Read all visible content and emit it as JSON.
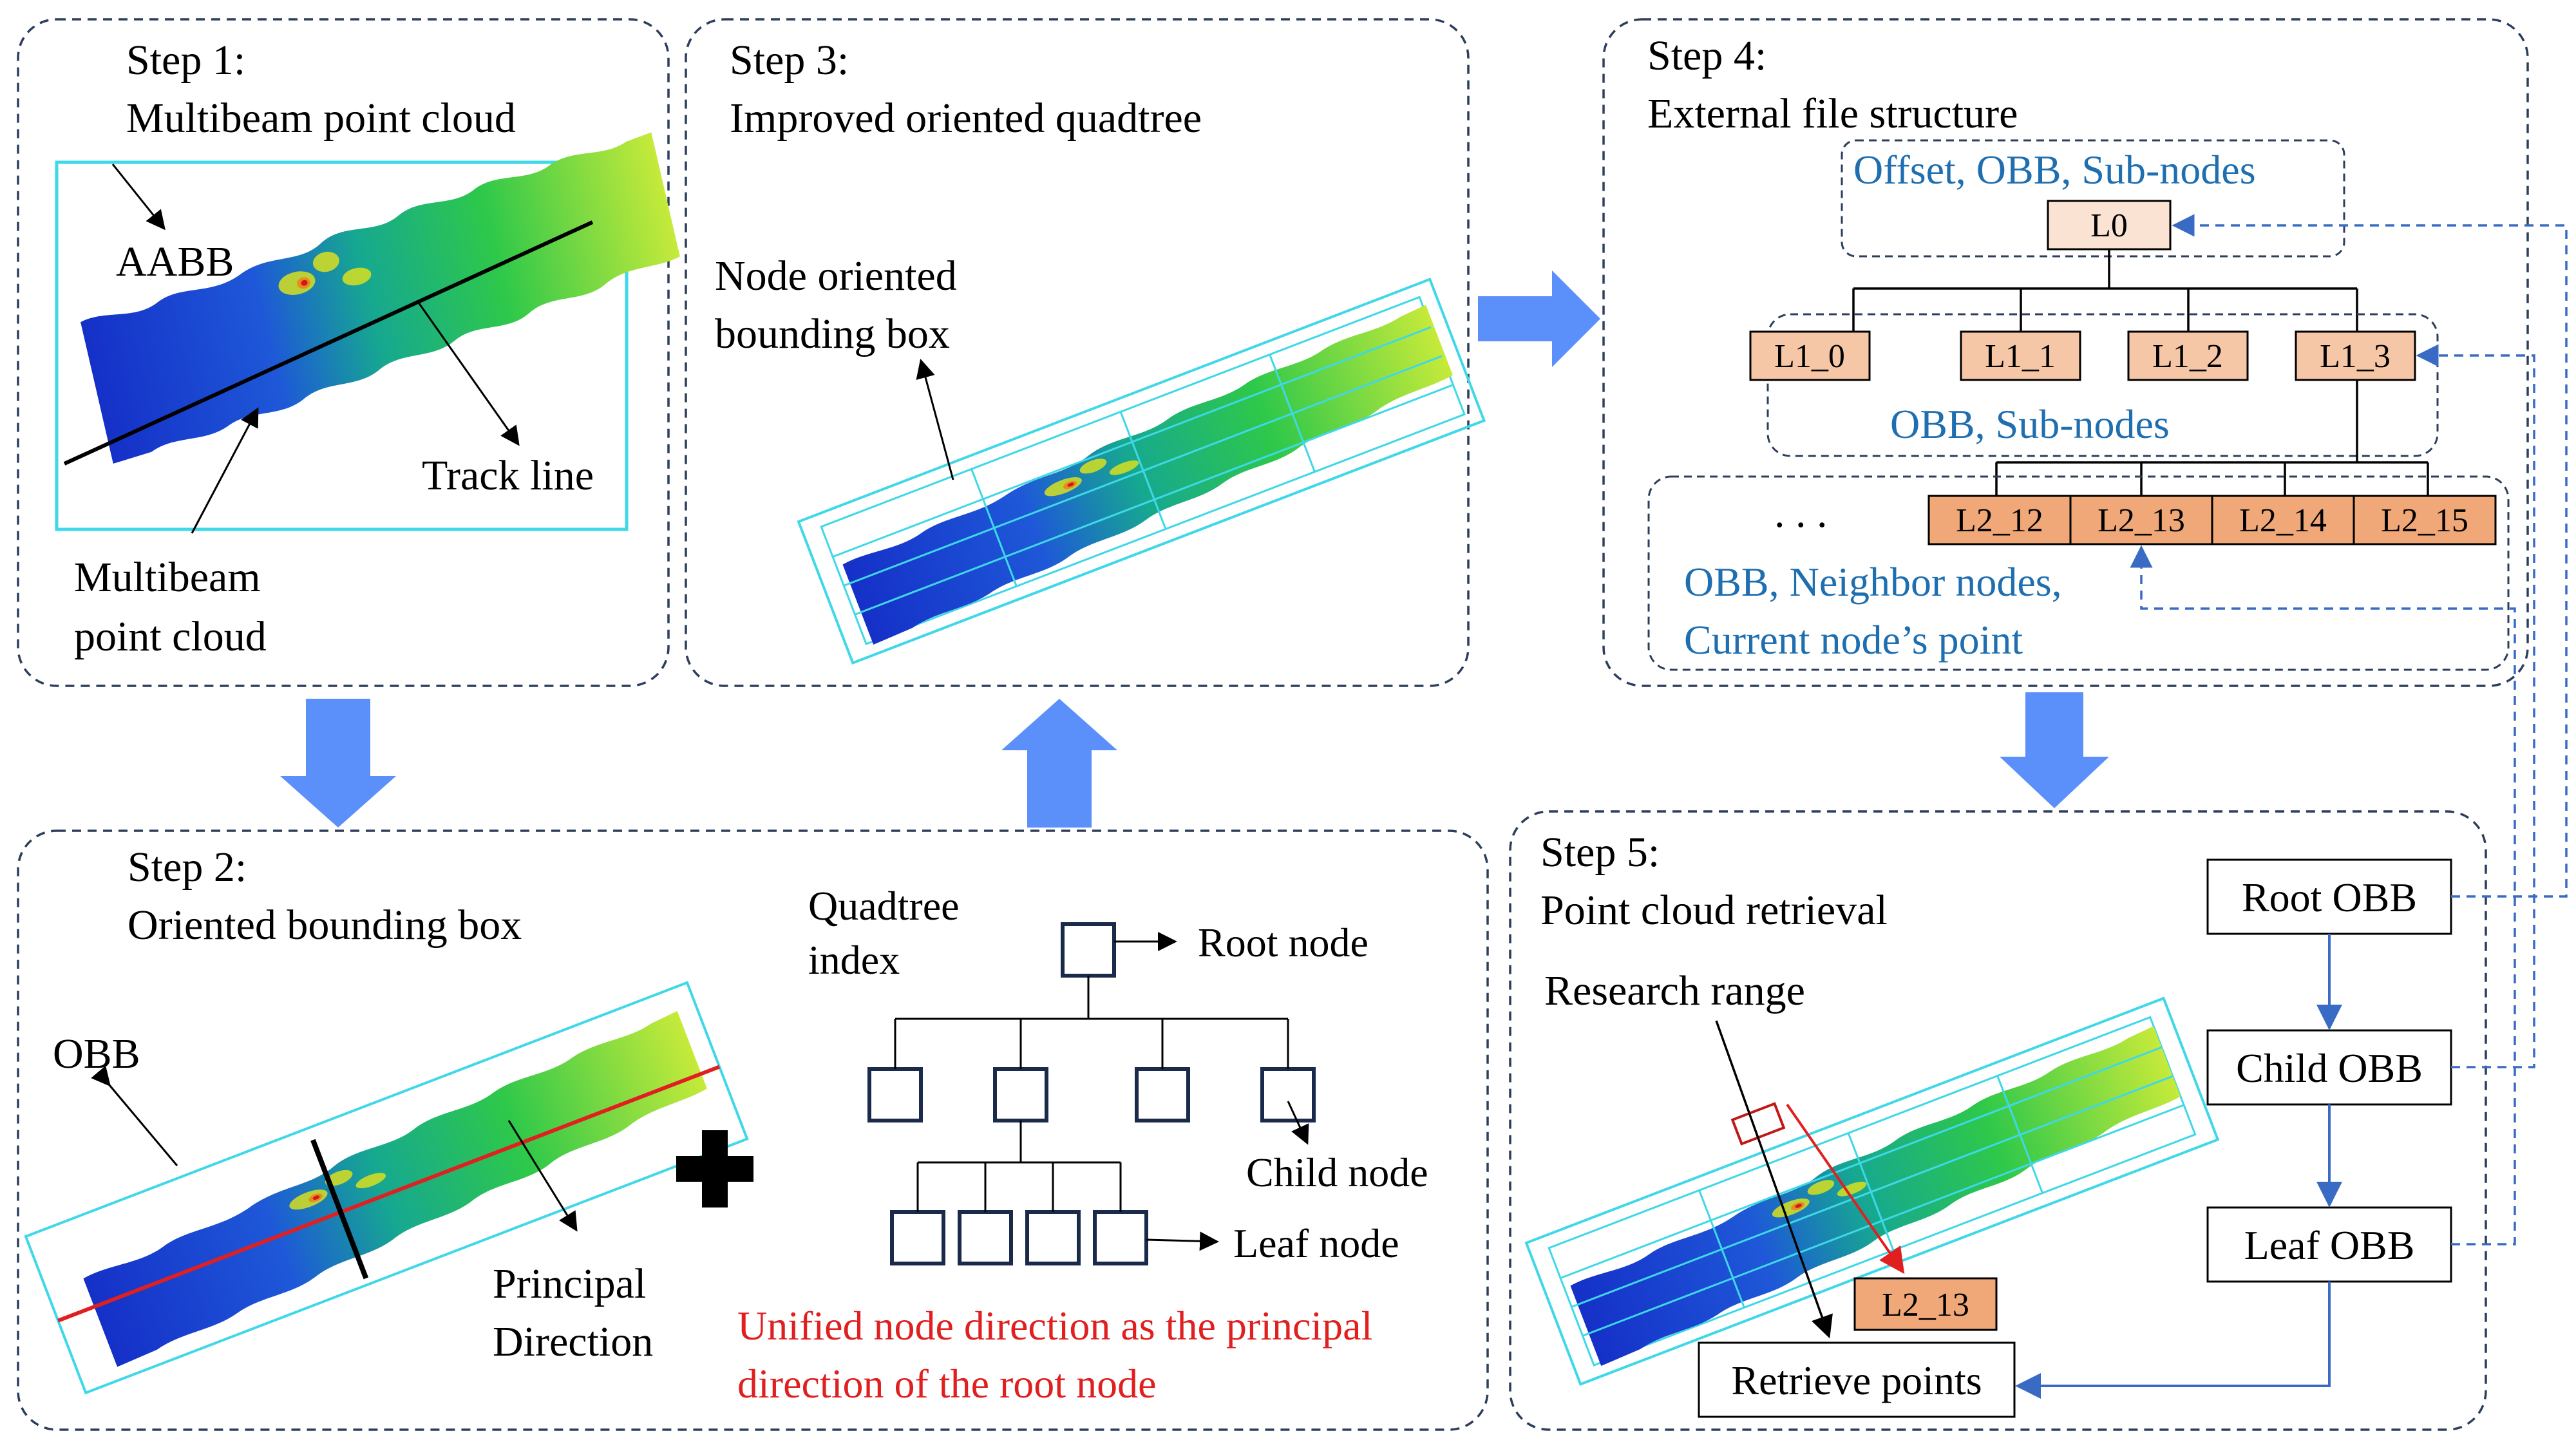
{
  "panels": {
    "step1": {
      "title_line1": "Step 1:",
      "title_line2": "Multibeam point cloud",
      "label_aabb": "AABB",
      "label_track": "Track line",
      "label_cloud_line1": "Multibeam",
      "label_cloud_line2": "point cloud"
    },
    "step2": {
      "title_line1": "Step 2:",
      "title_line2": "Oriented bounding box",
      "label_obb": "OBB",
      "label_dir_line1": "Principal",
      "label_dir_line2": "Direction",
      "quadtree_line1": "Quadtree",
      "quadtree_line2": "index",
      "root_node": "Root node",
      "child_node": "Child node",
      "leaf_node": "Leaf node",
      "note_line1": "Unified node direction as the principal",
      "note_line2": "direction of the root node"
    },
    "step3": {
      "title_line1": "Step 3:",
      "title_line2": "Improved oriented quadtree",
      "label_node_line1": "Node oriented",
      "label_node_line2": "bounding box"
    },
    "step4": {
      "title_line1": "Step 4:",
      "title_line2": "External file structure",
      "level0_desc": "Offset, OBB, Sub-nodes",
      "root": "L0",
      "level1": [
        "L1_0",
        "L1_1",
        "L1_2",
        "L1_3"
      ],
      "level1_desc": "OBB, Sub-nodes",
      "ellipsis": ". . .",
      "level2": [
        "L2_12",
        "L2_13",
        "L2_14",
        "L2_15"
      ],
      "level2_desc_line1": "OBB, Neighbor nodes,",
      "level2_desc_line2": "Current node’s point"
    },
    "step5": {
      "title_line1": "Step 5:",
      "title_line2": "Point cloud retrieval",
      "label_range": "Research range",
      "result_node": "L2_13",
      "retrieve": "Retrieve points",
      "flow": [
        "Root OBB",
        "Child OBB",
        "Leaf OBB"
      ]
    }
  },
  "colors": {
    "panel_border": "#2c3e5c",
    "flow_arrow": "#5b8ff9",
    "node_light": "#fbe3d4",
    "node_mid": "#f6c7a6",
    "node_dark": "#f0a878",
    "blue_text": "#1f6fb0",
    "note_red": "#e02020"
  }
}
